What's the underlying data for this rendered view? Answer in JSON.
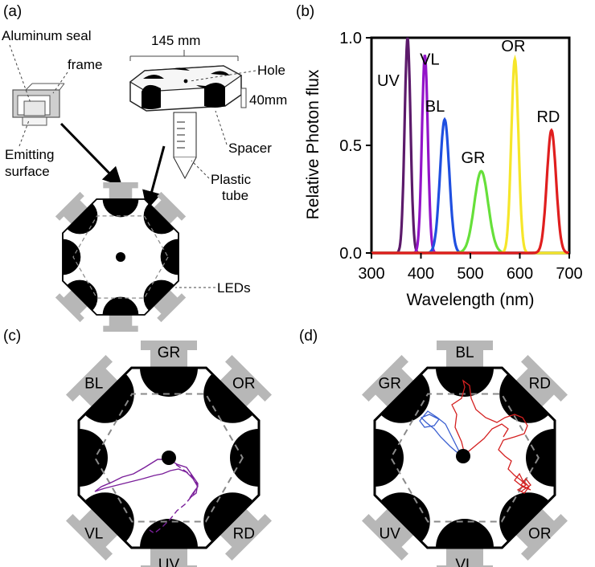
{
  "panels": {
    "a": {
      "tag": "(a)",
      "dim_width": "145 mm",
      "dim_height": "40mm",
      "labels": {
        "aluminum_seal": "Aluminum seal",
        "frame": "frame",
        "emitting1": "Emitting",
        "emitting2": "surface",
        "hole": "Hole",
        "spacer": "Spacer",
        "plastic1": "Plastic",
        "plastic2": "tube",
        "leds": "LEDs"
      }
    },
    "b": {
      "tag": "(b)"
    },
    "c": {
      "tag": "(c)",
      "ports": {
        "top": "GR",
        "upper_right": "OR",
        "right": "",
        "lower_right": "RD",
        "bottom": "UV",
        "lower_left": "VL",
        "left": "",
        "upper_left": "BL"
      }
    },
    "d": {
      "tag": "(d)",
      "ports": {
        "top": "BL",
        "upper_right": "RD",
        "right": "",
        "lower_right": "OR",
        "bottom": "VL",
        "lower_left": "UV",
        "left": "",
        "upper_left": "GR"
      }
    }
  },
  "colors": {
    "UV": "#5c1a6b",
    "VL": "#9314c9",
    "BL": "#1f4fe0",
    "GR": "#66e03a",
    "OR": "#f6e62a",
    "RD": "#e01e1e",
    "port": "#b7b7b7",
    "hexagon": "#8a8a8a",
    "trajectory_c": "#7a1f9a",
    "trajectory_d_blue": "#3a5fd0",
    "trajectory_d_red": "#d42020"
  },
  "chart_data": {
    "type": "line",
    "title": "",
    "xlabel": "Wavelength (nm)",
    "ylabel": "Relative Photon flux",
    "xlim": [
      300,
      700
    ],
    "ylim": [
      0,
      1.0
    ],
    "xticks": [
      300,
      400,
      500,
      600,
      700
    ],
    "yticks": [
      0.0,
      0.5,
      1.0
    ],
    "ytick_labels": [
      "0.0",
      "0.5",
      "1.0"
    ],
    "grid": false,
    "legend": "none",
    "series": [
      {
        "name": "UV",
        "peak_nm": 373,
        "peak": 1.0,
        "fwhm_nm": 14
      },
      {
        "name": "VL",
        "peak_nm": 408,
        "peak": 0.92,
        "fwhm_nm": 14
      },
      {
        "name": "BL",
        "peak_nm": 448,
        "peak": 0.62,
        "fwhm_nm": 22
      },
      {
        "name": "GR",
        "peak_nm": 522,
        "peak": 0.38,
        "fwhm_nm": 33
      },
      {
        "name": "OR",
        "peak_nm": 590,
        "peak": 0.9,
        "fwhm_nm": 17
      },
      {
        "name": "RD",
        "peak_nm": 664,
        "peak": 0.57,
        "fwhm_nm": 22
      }
    ]
  }
}
